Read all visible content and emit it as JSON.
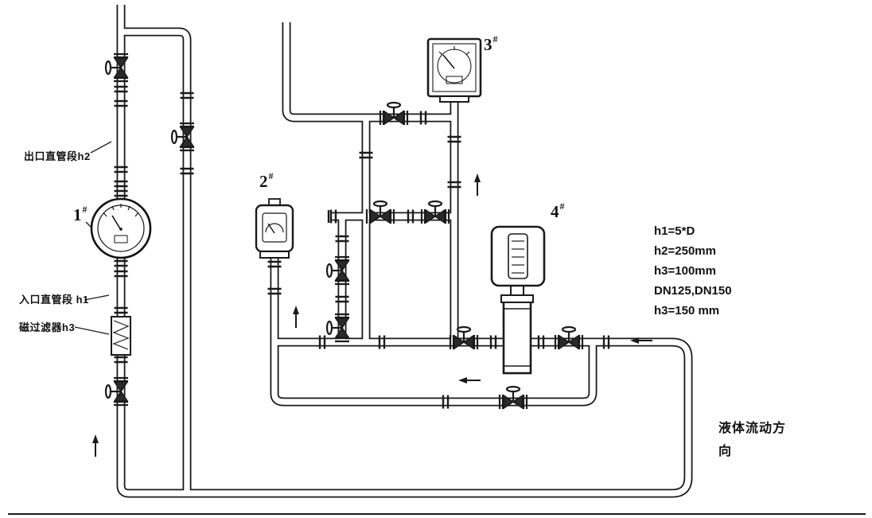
{
  "page": {
    "background": "#ffffff",
    "line_color": "#1a1a1a"
  },
  "meters": {
    "m1": {
      "num": "1",
      "sup": "#"
    },
    "m2": {
      "num": "2",
      "sup": "#"
    },
    "m3": {
      "num": "3",
      "sup": "#"
    },
    "m4": {
      "num": "4",
      "sup": "#"
    }
  },
  "labels": {
    "outlet_straight": "出口直管段h2",
    "inlet_straight": "入口直管段 h1",
    "magnetic_filter": "磁过滤器h3",
    "flow_direction_line1": "液体流动方",
    "flow_direction_line2": "向"
  },
  "annotations": {
    "line1": "h1=5*D",
    "line2": "h2=250mm",
    "line3": "h3=100mm",
    "line4": "DN125,DN150",
    "line5": "h3=150 mm"
  },
  "symbols": {
    "valve": "gate-valve-icon",
    "flange": "flange-joint-icon",
    "arrow": "flow-arrow-icon",
    "meter1": "dial-flow-meter",
    "meter2": "indicator-flow-meter",
    "meter3": "panel-flow-meter",
    "meter4": "vertical-turbine-meter",
    "filter": "magnetic-filter"
  }
}
